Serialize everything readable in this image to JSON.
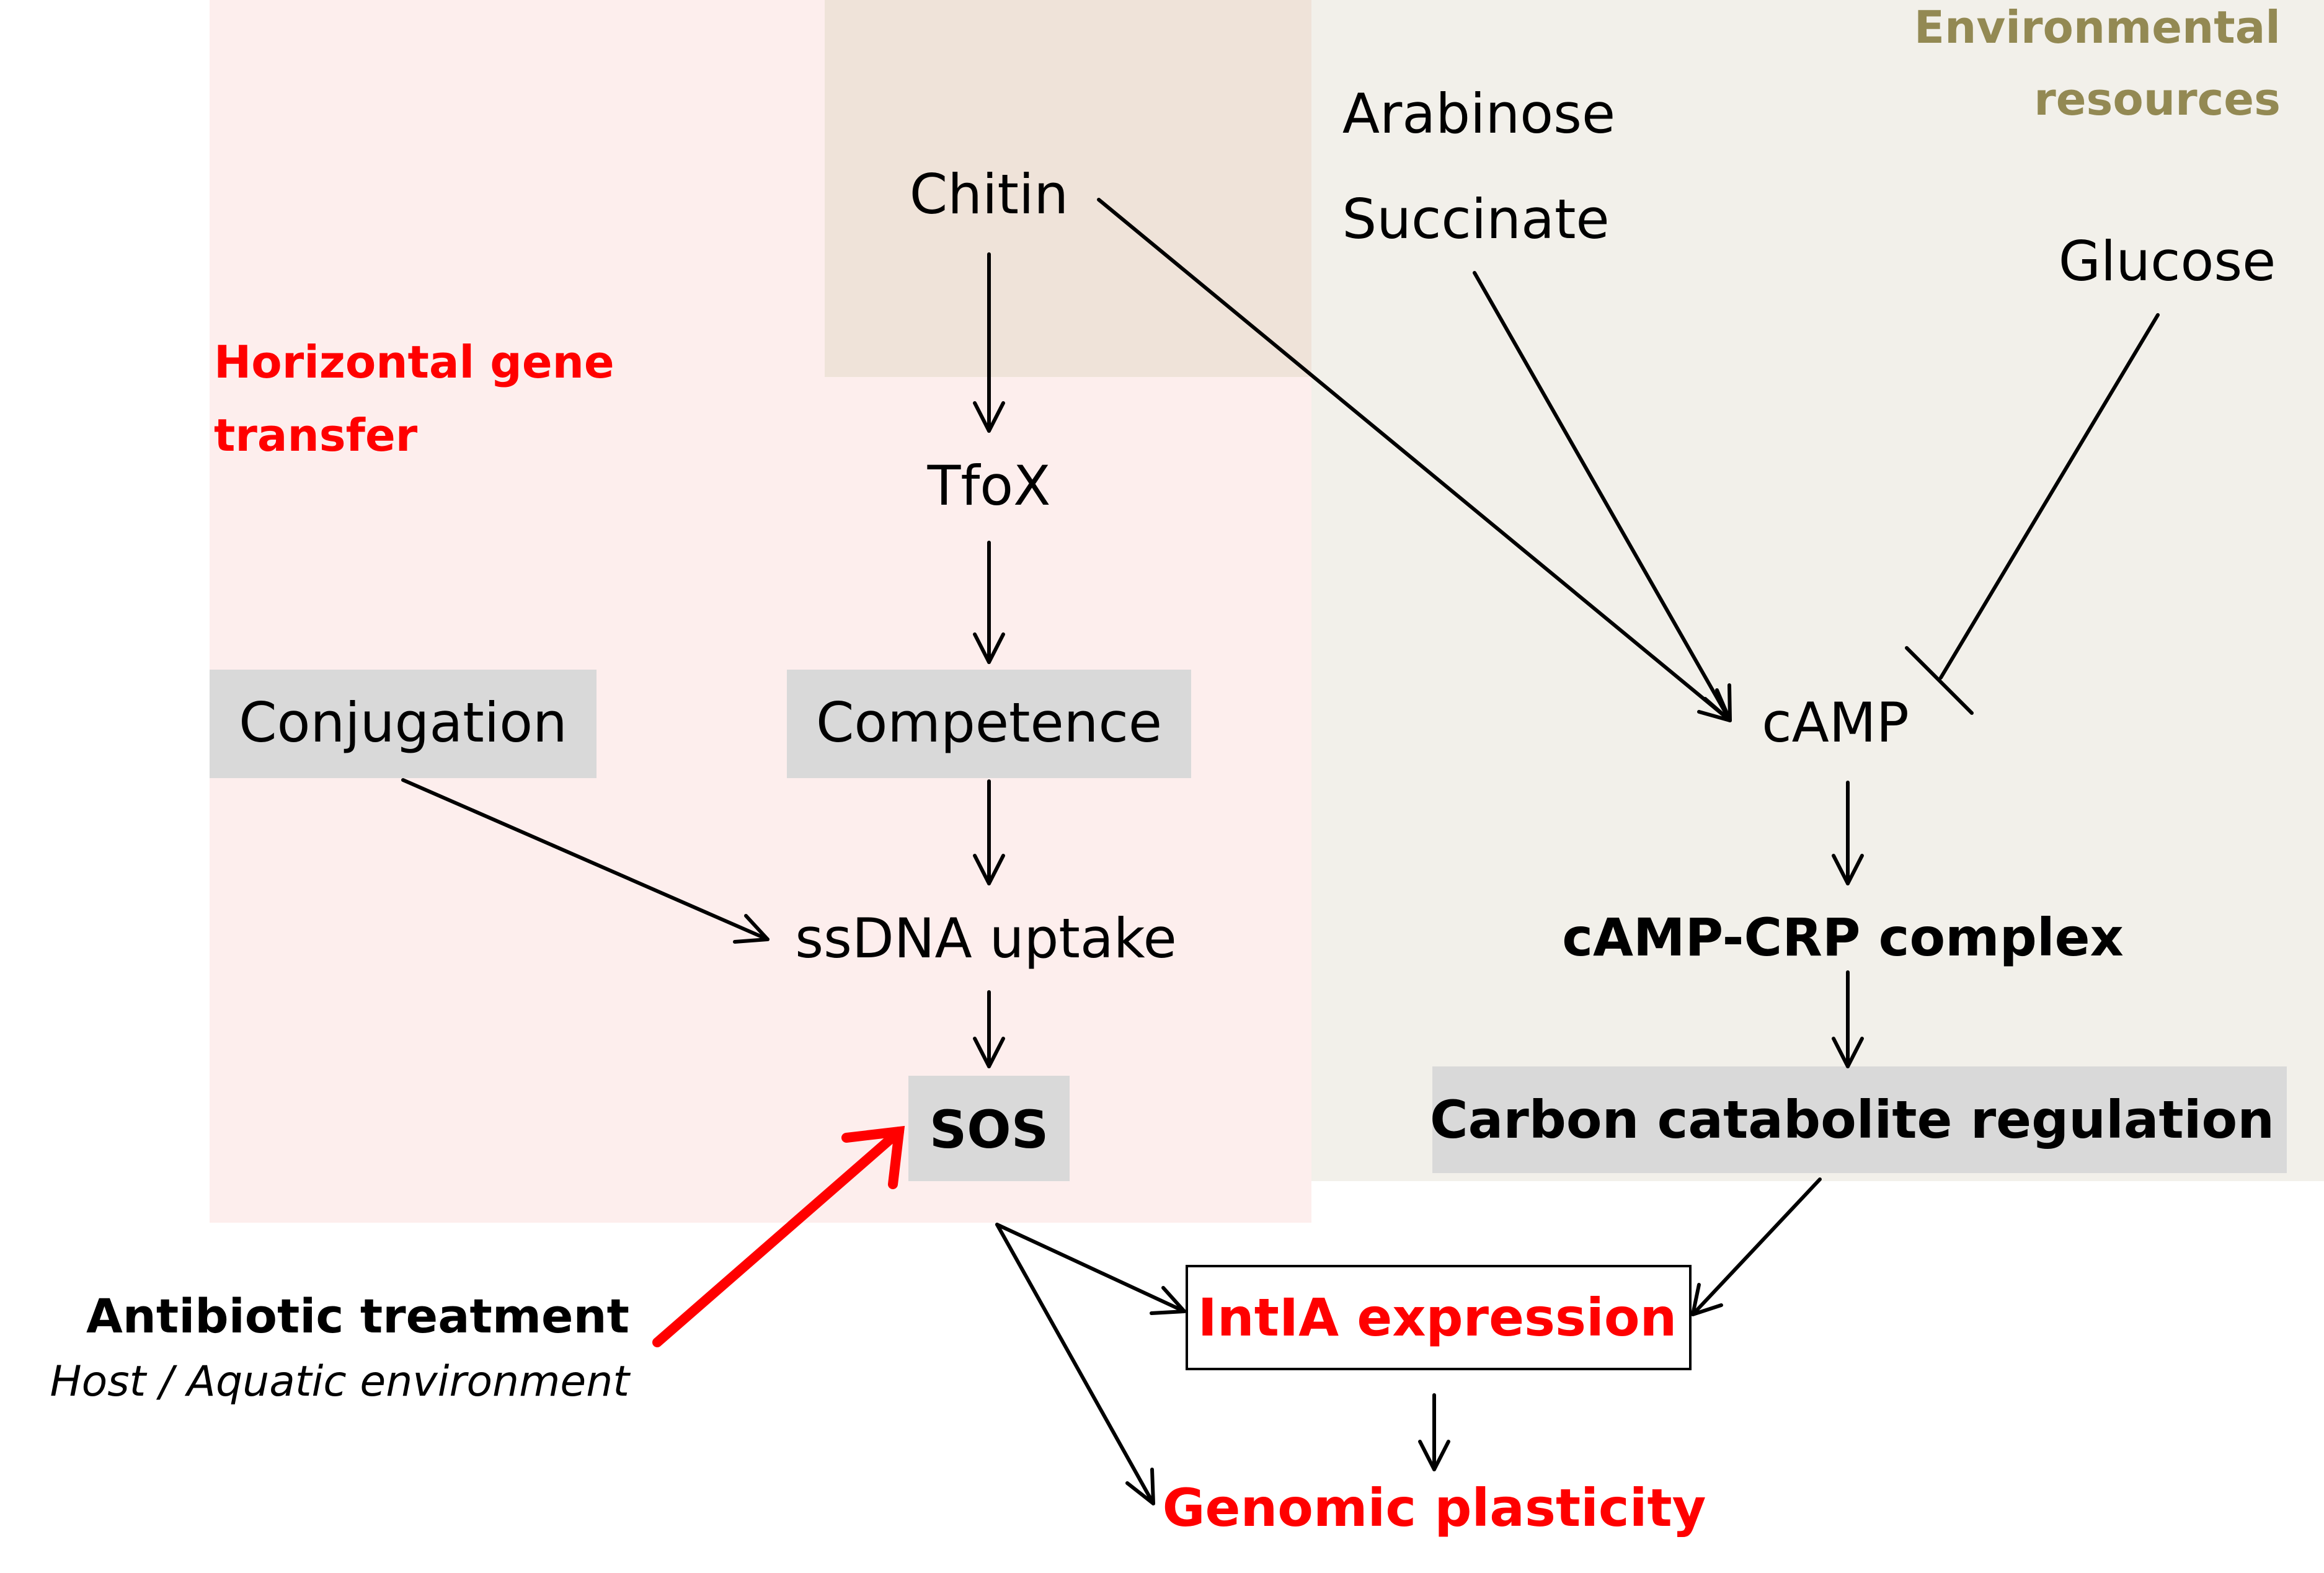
{
  "regions": {
    "hgt_label": [
      "Horizontal gene",
      "transfer"
    ],
    "env_label": [
      "Environmental",
      "resources"
    ]
  },
  "nodes": {
    "chitin": "Chitin",
    "tfox": "TfoX",
    "competence": "Competence",
    "conjugation": "Conjugation",
    "ssdna": "ssDNA uptake",
    "sos": "SOS",
    "arabinose": "Arabinose",
    "succinate": "Succinate",
    "glucose": "Glucose",
    "camp": "cAMP",
    "camp_crp": "cAMP-CRP complex",
    "carbon": "Carbon catabolite regulation",
    "intia": "IntIA expression",
    "genomic": "Genomic plasticity",
    "antibiotic": "Antibiotic treatment",
    "host": "Host / Aquatic environment"
  },
  "colors": {
    "hgt_region": "#fdeeed",
    "chitin_overlap": "#efe3d9",
    "env_region": "#f2f0ea",
    "node_box": "#d9d9d9",
    "red": "#ff0000",
    "olive": "#938953"
  }
}
